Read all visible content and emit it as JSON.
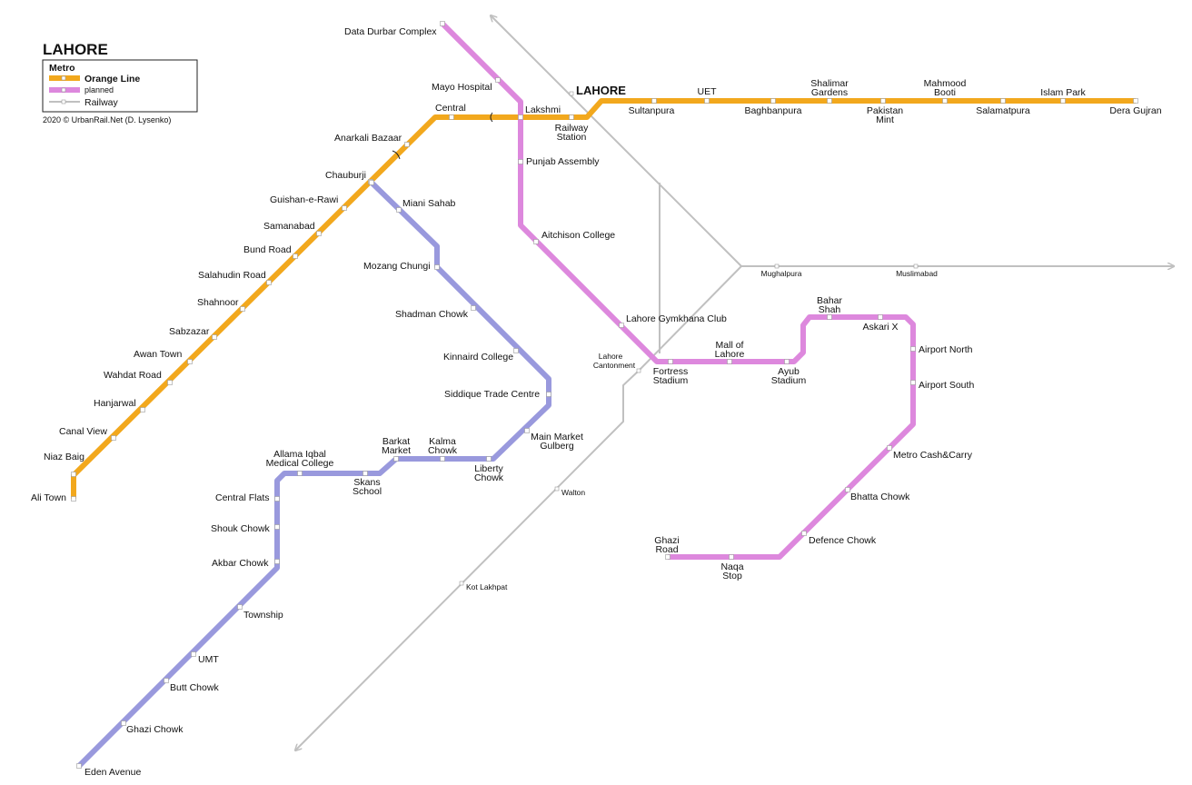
{
  "title": "LAHORE",
  "legend": {
    "heading": "Metro",
    "items": [
      {
        "label": "Orange Line",
        "color": "#f2a81d"
      },
      {
        "label": "planned",
        "color": "#dd88dd"
      },
      {
        "label": "Railway",
        "color": "#c0c0c0"
      }
    ],
    "credit": "2020 © UrbanRail.Net (D. Lysenko)"
  },
  "colors": {
    "orange": "#f2a81d",
    "pink": "#dd88dd",
    "purple": "#9999dd",
    "railway": "#c0c0c0"
  },
  "city_label": "LAHORE",
  "orange_stations": [
    {
      "name": "Ali Town"
    },
    {
      "name": "Niaz Baig"
    },
    {
      "name": "Canal View"
    },
    {
      "name": "Hanjarwal"
    },
    {
      "name": "Wahdat Road"
    },
    {
      "name": "Awan Town"
    },
    {
      "name": "Sabzazar"
    },
    {
      "name": "Shahnoor"
    },
    {
      "name": "Salahudin Road"
    },
    {
      "name": "Bund Road"
    },
    {
      "name": "Samanabad"
    },
    {
      "name": "Guishan-e-Rawi"
    },
    {
      "name": "Chauburji"
    },
    {
      "name": "Anarkali Bazaar"
    },
    {
      "name": "Central"
    },
    {
      "name": "Lakshmi"
    },
    {
      "name": "Railway Station"
    },
    {
      "name": "Sultanpura"
    },
    {
      "name": "UET"
    },
    {
      "name": "Baghbanpura"
    },
    {
      "name": "Shalimar Gardens"
    },
    {
      "name": "Pakistan Mint"
    },
    {
      "name": "Mahmood Booti"
    },
    {
      "name": "Salamatpura"
    },
    {
      "name": "Islam Park"
    },
    {
      "name": "Dera Gujran"
    }
  ],
  "pink_stations": [
    {
      "name": "Data Durbar Complex"
    },
    {
      "name": "Mayo Hospital"
    },
    {
      "name": "Punjab Assembly"
    },
    {
      "name": "Aitchison College"
    },
    {
      "name": "Lahore Gymkhana Club"
    },
    {
      "name": "Fortress Stadium"
    },
    {
      "name": "Mall of Lahore"
    },
    {
      "name": "Ayub Stadium"
    },
    {
      "name": "Bahar Shah"
    },
    {
      "name": "Askari X"
    },
    {
      "name": "Airport North"
    },
    {
      "name": "Airport South"
    },
    {
      "name": "Metro Cash&Carry"
    },
    {
      "name": "Bhatta Chowk"
    },
    {
      "name": "Defence Chowk"
    },
    {
      "name": "Naqa Stop"
    },
    {
      "name": "Ghazi Road"
    }
  ],
  "purple_stations": [
    {
      "name": "Miani Sahab"
    },
    {
      "name": "Mozang Chungi"
    },
    {
      "name": "Shadman Chowk"
    },
    {
      "name": "Kinnaird College"
    },
    {
      "name": "Siddique Trade Centre"
    },
    {
      "name": "Main Market Gulberg"
    },
    {
      "name": "Liberty Chowk"
    },
    {
      "name": "Kalma Chowk"
    },
    {
      "name": "Barkat Market"
    },
    {
      "name": "Skans School"
    },
    {
      "name": "Allama Iqbal Medical College"
    },
    {
      "name": "Central Flats"
    },
    {
      "name": "Shouk Chowk"
    },
    {
      "name": "Akbar Chowk"
    },
    {
      "name": "Township"
    },
    {
      "name": "UMT"
    },
    {
      "name": "Butt Chowk"
    },
    {
      "name": "Ghazi Chowk"
    },
    {
      "name": "Eden Avenue"
    }
  ],
  "rail_stations": [
    {
      "name": "Mughalpura"
    },
    {
      "name": "Muslimabad"
    },
    {
      "name": "Lahore Cantonment"
    },
    {
      "name": "Walton"
    },
    {
      "name": "Kot Lakhpat"
    }
  ]
}
